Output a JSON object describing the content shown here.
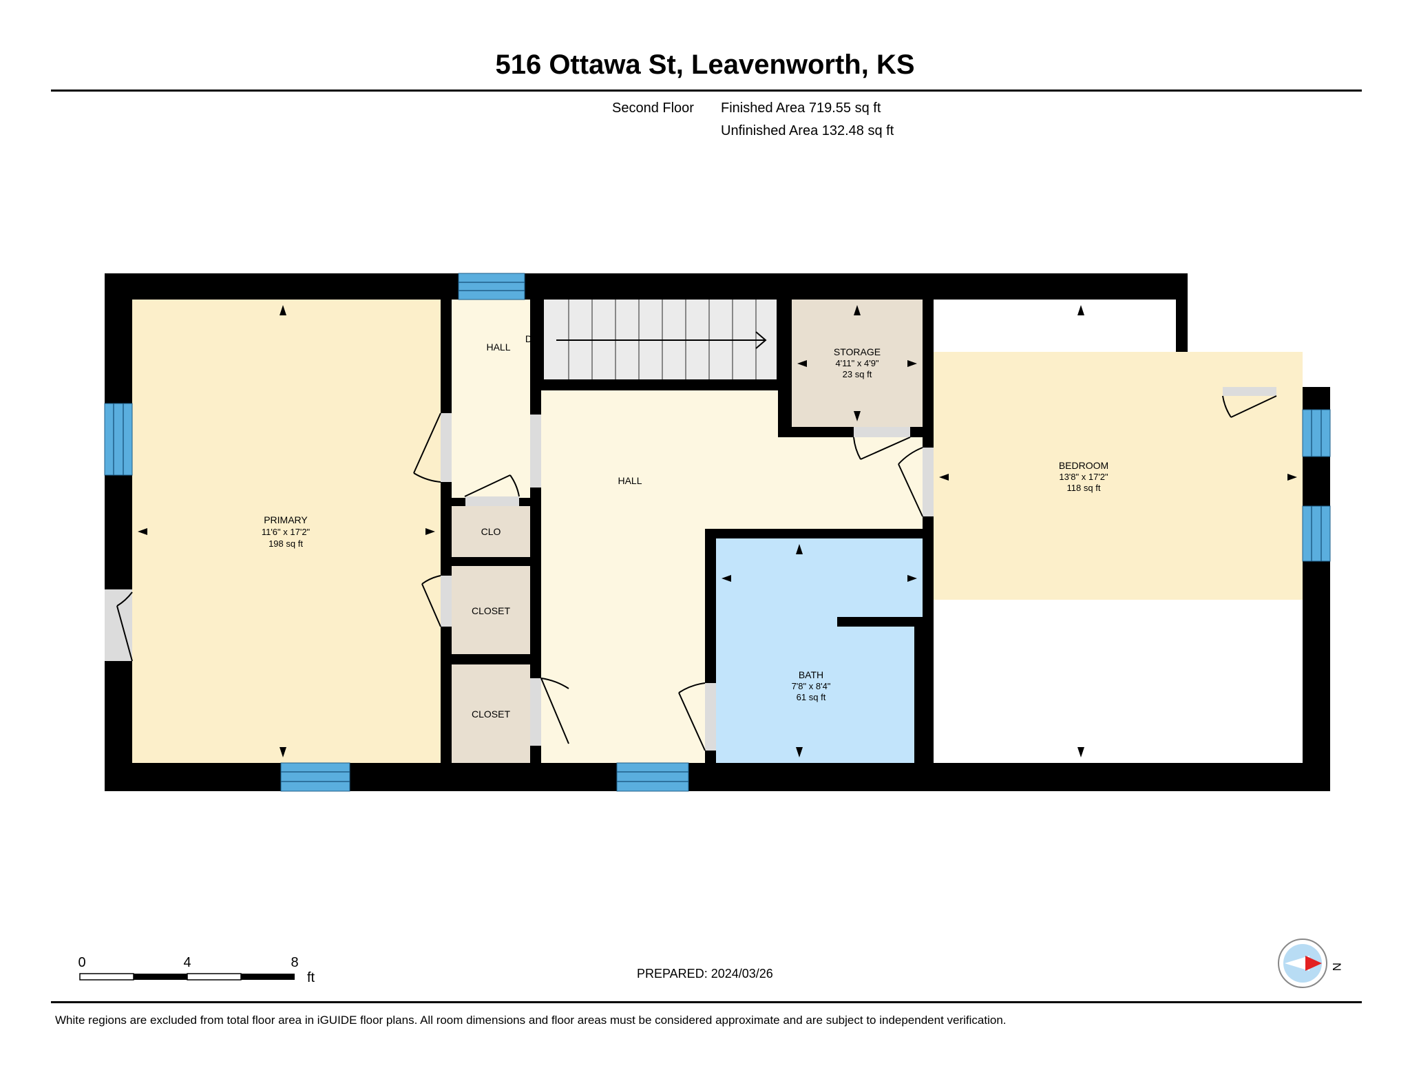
{
  "header": {
    "title": "516 Ottawa St, Leavenworth, KS"
  },
  "summary": {
    "floor_name": "Second Floor",
    "finished_area": "Finished Area 719.55 sq ft",
    "unfinished_area": "Unfinished Area 132.48 sq ft"
  },
  "rooms": {
    "primary": {
      "name": "PRIMARY",
      "dims": "11'6\" x 17'2\"",
      "area": "198 sq ft"
    },
    "hall_top": {
      "name": "HALL"
    },
    "stairs": {
      "label": "DN"
    },
    "storage": {
      "name": "STORAGE",
      "dims": "4'11\" x 4'9\"",
      "area": "23 sq ft"
    },
    "hall_main": {
      "name": "HALL"
    },
    "clo": {
      "name": "CLO"
    },
    "closet_1": {
      "name": "CLOSET"
    },
    "closet_2": {
      "name": "CLOSET"
    },
    "bath": {
      "name": "BATH",
      "dims": "7'8\" x 8'4\"",
      "area": "61 sq ft"
    },
    "bedroom": {
      "name": "BEDROOM",
      "dims": "13'8\" x 17'2\"",
      "area": "118 sq ft"
    }
  },
  "scale_bar": {
    "ticks": [
      "0",
      "4",
      "8"
    ],
    "unit": "ft"
  },
  "compass": {
    "label": "N"
  },
  "footer": {
    "prepared": "PREPARED: 2024/03/26",
    "disclaimer": "White regions are excluded from total floor area in iGUIDE floor plans. All room dimensions and floor areas must be considered approximate and are subject to independent verification."
  },
  "colors": {
    "wall": "#000000",
    "primary_fill": "#fcefca",
    "hall_fill": "#fdf7e1",
    "closet_fill": "#e8dfd0",
    "bath_fill": "#c2e4fb",
    "bedroom_fill": "#fcefca",
    "stair_fill": "#ebebeb",
    "window": "#5aaede",
    "door_opening": "#dcdcdc",
    "compass_arrow": "#e32121",
    "compass_circle": "#b8dcf4"
  }
}
